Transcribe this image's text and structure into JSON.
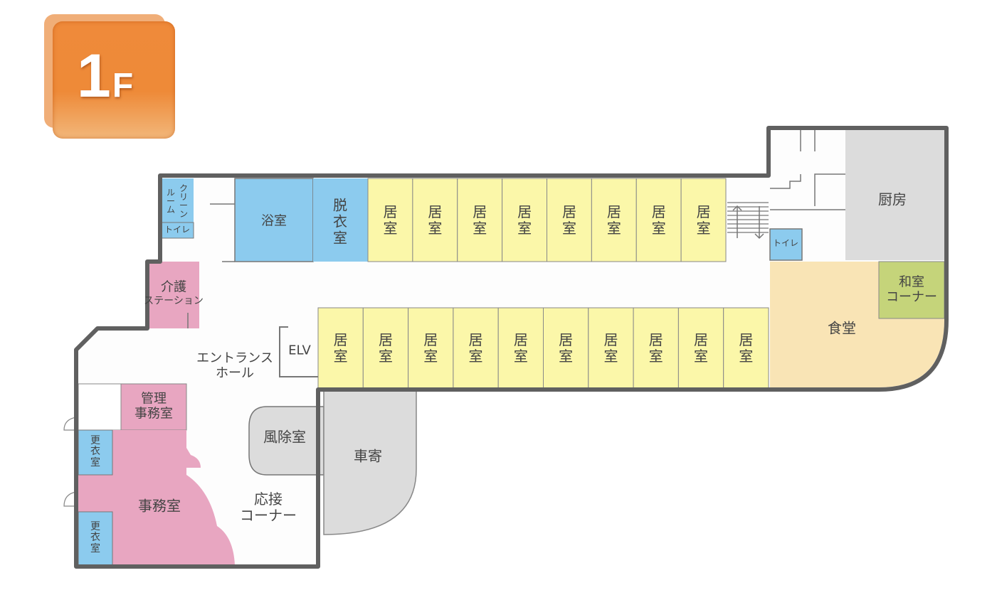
{
  "floor_badge": {
    "number": "1",
    "suffix": "F",
    "color": "#ee8a38"
  },
  "colors": {
    "wall": "#606060",
    "blue": "#8ccbee",
    "yellow": "#fbf7a9",
    "pink": "#e8a6c1",
    "gray": "#dcdcdc",
    "dining": "#f9e4b5",
    "green": "#c5d47a"
  },
  "rooms": {
    "clean_room": [
      "ク",
      "リ",
      "ー",
      "ン",
      "ル",
      "ー",
      "ム"
    ],
    "toilet_left": "トイレ",
    "bath": "浴室",
    "dressing": [
      "脱",
      "衣",
      "室"
    ],
    "living_room": [
      "居",
      "室"
    ],
    "care_station": [
      "介護",
      "ステーション"
    ],
    "elevator": "ELV",
    "entrance_hall": [
      "エントランス",
      "ホール"
    ],
    "admin_office": [
      "管理",
      "事務室"
    ],
    "locker_room": [
      "更",
      "衣",
      "室"
    ],
    "office": "事務室",
    "windbreak": "風除室",
    "porch": "車寄",
    "reception": [
      "応接",
      "コーナー"
    ],
    "kitchen": "厨房",
    "toilet_right": "トイレ",
    "japanese_room": [
      "和室",
      "コーナー"
    ],
    "dining": "食堂"
  }
}
